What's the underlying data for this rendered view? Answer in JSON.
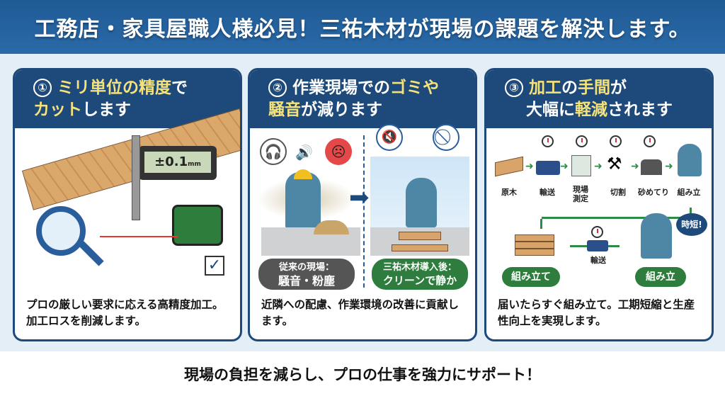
{
  "header": {
    "title": "工務店・家具屋職人様必見！三祐木材が現場の課題を解決します。"
  },
  "panels": [
    {
      "number": "①",
      "title_hl1": "ミリ単位の精度",
      "title_rest1": "で",
      "title_hl2": "カット",
      "title_rest2": "します",
      "caliper_reading": "±0.1",
      "caliper_unit": "mm",
      "caption": "プロの厳しい要求に応える高精度加工。加工ロスを削減します。"
    },
    {
      "number": "②",
      "title_rest1": "作業現場での",
      "title_hl1": "ゴミや",
      "title_hl2": "騒音",
      "title_rest2": "が減ります",
      "before_label_1": "従来の現場：",
      "before_label_2": "騒音・粉塵",
      "after_label_1": "三祐木材導入後：",
      "after_label_2": "クリーンで静か",
      "caption": "近隣への配慮、作業環境の改善に貢献します。"
    },
    {
      "number": "③",
      "title_hl1": "加工",
      "title_rest1": "の",
      "title_hl1b": "手間",
      "title_rest1b": "が",
      "title_rest2a": "大幅に",
      "title_hl2": "軽減",
      "title_rest2b": "されます",
      "flow": [
        "原木",
        "輸送",
        "現場測定",
        "切割",
        "砂めてり",
        "組み立"
      ],
      "flow2_transport": "輸送",
      "pill_left": "組み立て",
      "pill_right": "組み立",
      "badge": "時短!",
      "caption": "届いたらすぐ組み立て。工期短縮と生産性向上を実現します。"
    }
  ],
  "footer": {
    "text": "現場の負担を減らし、プロの仕事を強力にサポート！"
  },
  "colors": {
    "primary": "#1d4a7a",
    "accent": "#f6e27a",
    "green": "#2e7d3e",
    "gray": "#555555"
  }
}
